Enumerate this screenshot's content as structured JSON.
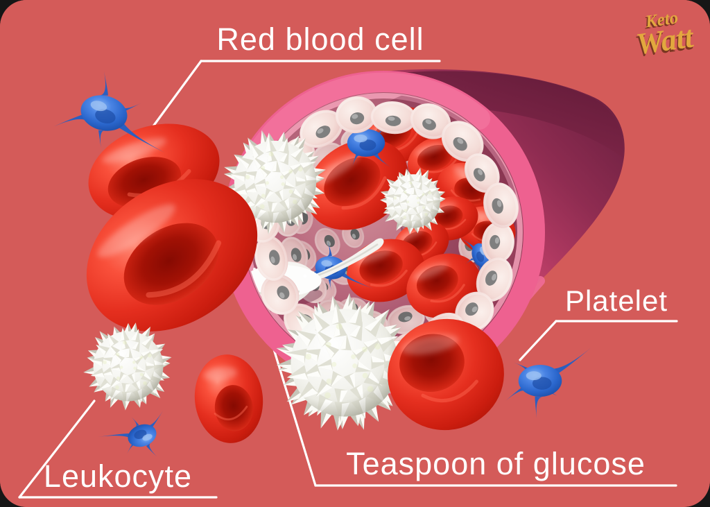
{
  "logo": {
    "line1": "Keto",
    "line2": "Watt"
  },
  "labels": {
    "red_blood_cell": "Red blood cell",
    "platelet": "Platelet",
    "leukocyte": "Leukocyte",
    "teaspoon_of_glucose": "Teaspoon of glucose"
  },
  "colors": {
    "background": "#d45b59",
    "label_text": "#ffffff",
    "leader_line": "#ffffff",
    "logo_gold": "#e2a83e",
    "vessel_pink": "#ee6190",
    "vessel_dark_maroon": "#6f2142",
    "endothelium_pink": "#f3d9d4",
    "red_blood_cell_red": "#e52f1f",
    "platelet_blue": "#2e66c8",
    "leukocyte_white": "#f1f1ec",
    "spoon_white": "#f4f3ef"
  }
}
